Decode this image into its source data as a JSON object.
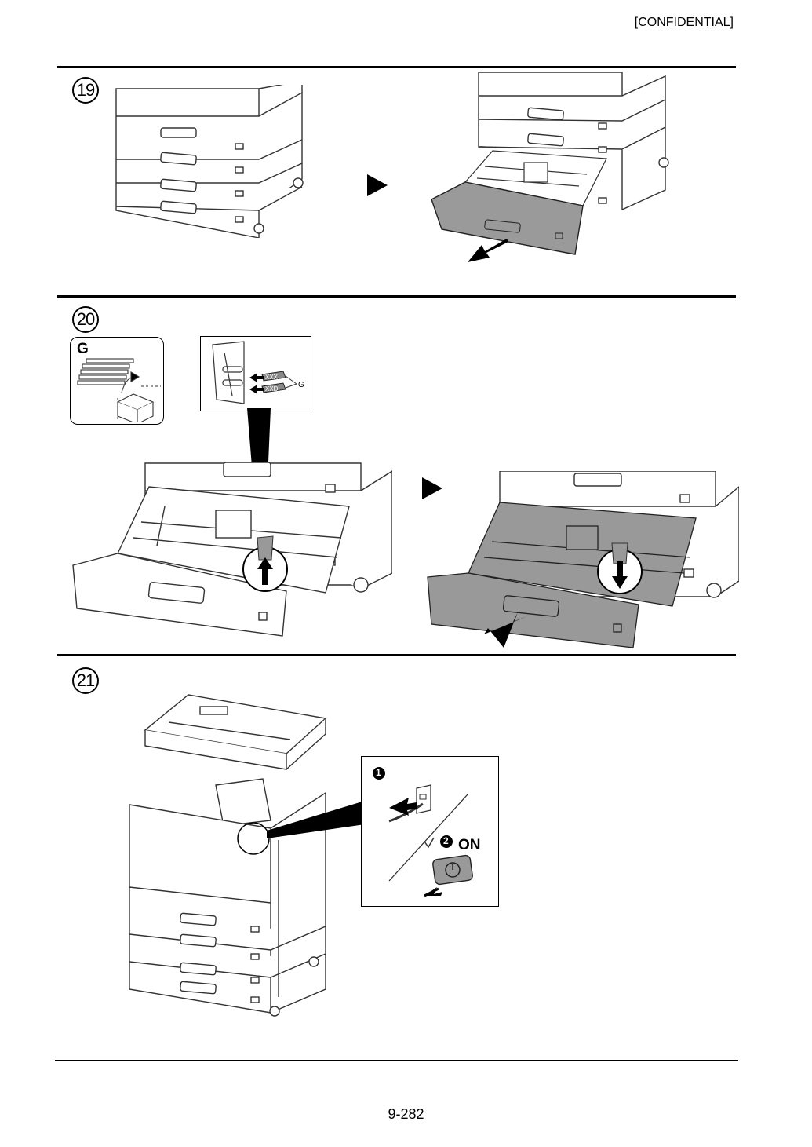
{
  "header": {
    "confidential": "[CONFIDENTIAL]"
  },
  "steps": [
    {
      "number": "19"
    },
    {
      "number": "20",
      "callout_letter": "G",
      "label_pointer": "G",
      "tag_top": "XXX",
      "tag_bottom": "XXD"
    },
    {
      "number": "21",
      "substep1": "1",
      "substep2": "2",
      "on_label": "ON"
    }
  ],
  "footer": {
    "page_number": "9-282"
  }
}
